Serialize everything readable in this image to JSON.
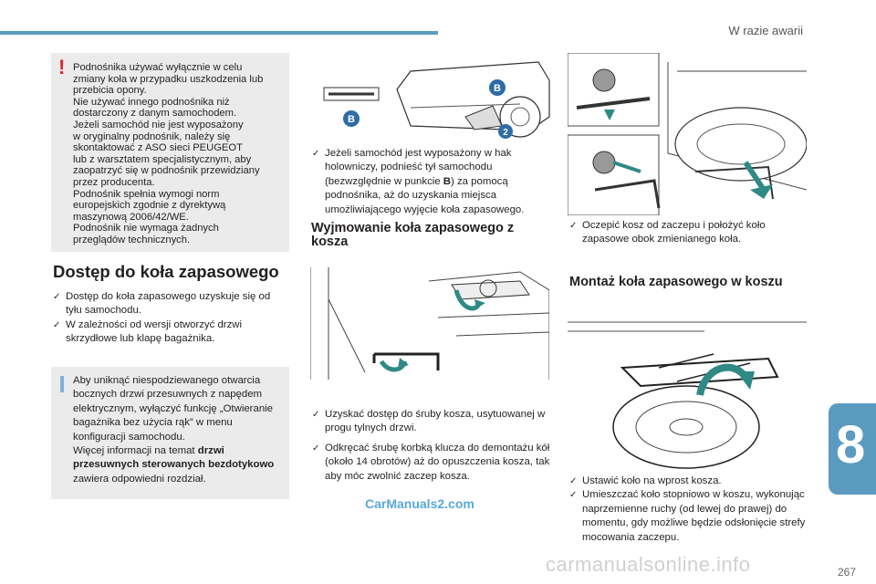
{
  "header": {
    "section_title": "W razie awarii"
  },
  "chapter": {
    "number": "8"
  },
  "warning_box": {
    "text": "Podnośnika używać wyłącznie w celu\nzmiany koła w przypadku uszkodzenia lub\nprzebicia opony.\nNie używać innego podnośnika niż\ndostarczony z danym samochodem.\nJeżeli samochód nie jest wyposażony\nw oryginalny podnośnik, należy się\nskontaktować z ASO sieci PEUGEOT\nlub z warsztatem specjalistycznym, aby\nzaopatrzyć się w podnośnik przewidziany\nprzez producenta.\nPodnośnik spełnia wymogi norm\neuropejskich zgodnie z dyrektywą\nmaszynową 2006/42/WE.\nPodnośnik nie wymaga żadnych\nprzeglądów technicznych."
  },
  "access": {
    "title": "Dostęp do koła zapasowego",
    "bullets": [
      "Dostęp do koła zapasowego uzyskuje się od tyłu samochodu.",
      "W zależności od wersji otworzyć drzwi skrzydłowe lub klapę bagażnika."
    ]
  },
  "info_box": {
    "part1": "Aby uniknąć niespodziewanego otwarcia bocznych drzwi przesuwnych z napędem elektrycznym, wyłączyć funkcję „Otwieranie bagażnika bez użycia rąk” w menu konfiguracji samochodu.",
    "part2": "Więcej informacji na temat ",
    "bold": "drzwi przesuwnych sterowanych bezdotykowo",
    "part3": " zawiera odpowiedni rozdział."
  },
  "middle": {
    "bullet_hook_pre": "Jeżeli samochód jest wyposażony w hak holowniczy, podnieść tył samochodu (bezwzględnie w punkcie ",
    "bullet_hook_bold": "B",
    "bullet_hook_post": ") za pomocą podnośnika, aż do uzyskania miejsca umożliwiającego wyjęcie koła zapasowego.",
    "subtitle": "Wyjmowanie koła zapasowego z kosza",
    "bullets": [
      "Uzyskać dostęp do śruby kosza, usytuowanej w progu tylnych drzwi.",
      "Odkręcać śrubę korbką klucza do demontażu kół (około 14 obrotów) aż do opuszczenia kosza, tak aby móc zwolnić zaczep kosza."
    ],
    "labels": {
      "b": "B",
      "two": "2"
    }
  },
  "right": {
    "bullet_unhook": "Oczepić kosz od zaczepu i położyć koło zapasowe obok zmienianego koła.",
    "subtitle": "Montaż koła zapasowego w koszu",
    "bullets": [
      "Ustawić koło na wprost kosza.",
      "Umieszczać koło stopniowo w koszu, wykonując naprzemienne ruchy (od lewej do prawej) do momentu, gdy możliwe będzie odsłonięcie strefy mocowania zaczepu."
    ]
  },
  "footer": {
    "watermark1": "CarManuals2.com",
    "watermark2": "carmanualsonline.info",
    "page_number": "267"
  },
  "colors": {
    "accent": "#5b9bc0",
    "warning": "#e0262a",
    "arrow_green": "#2f8a86",
    "box_bg": "#ebebeb"
  }
}
